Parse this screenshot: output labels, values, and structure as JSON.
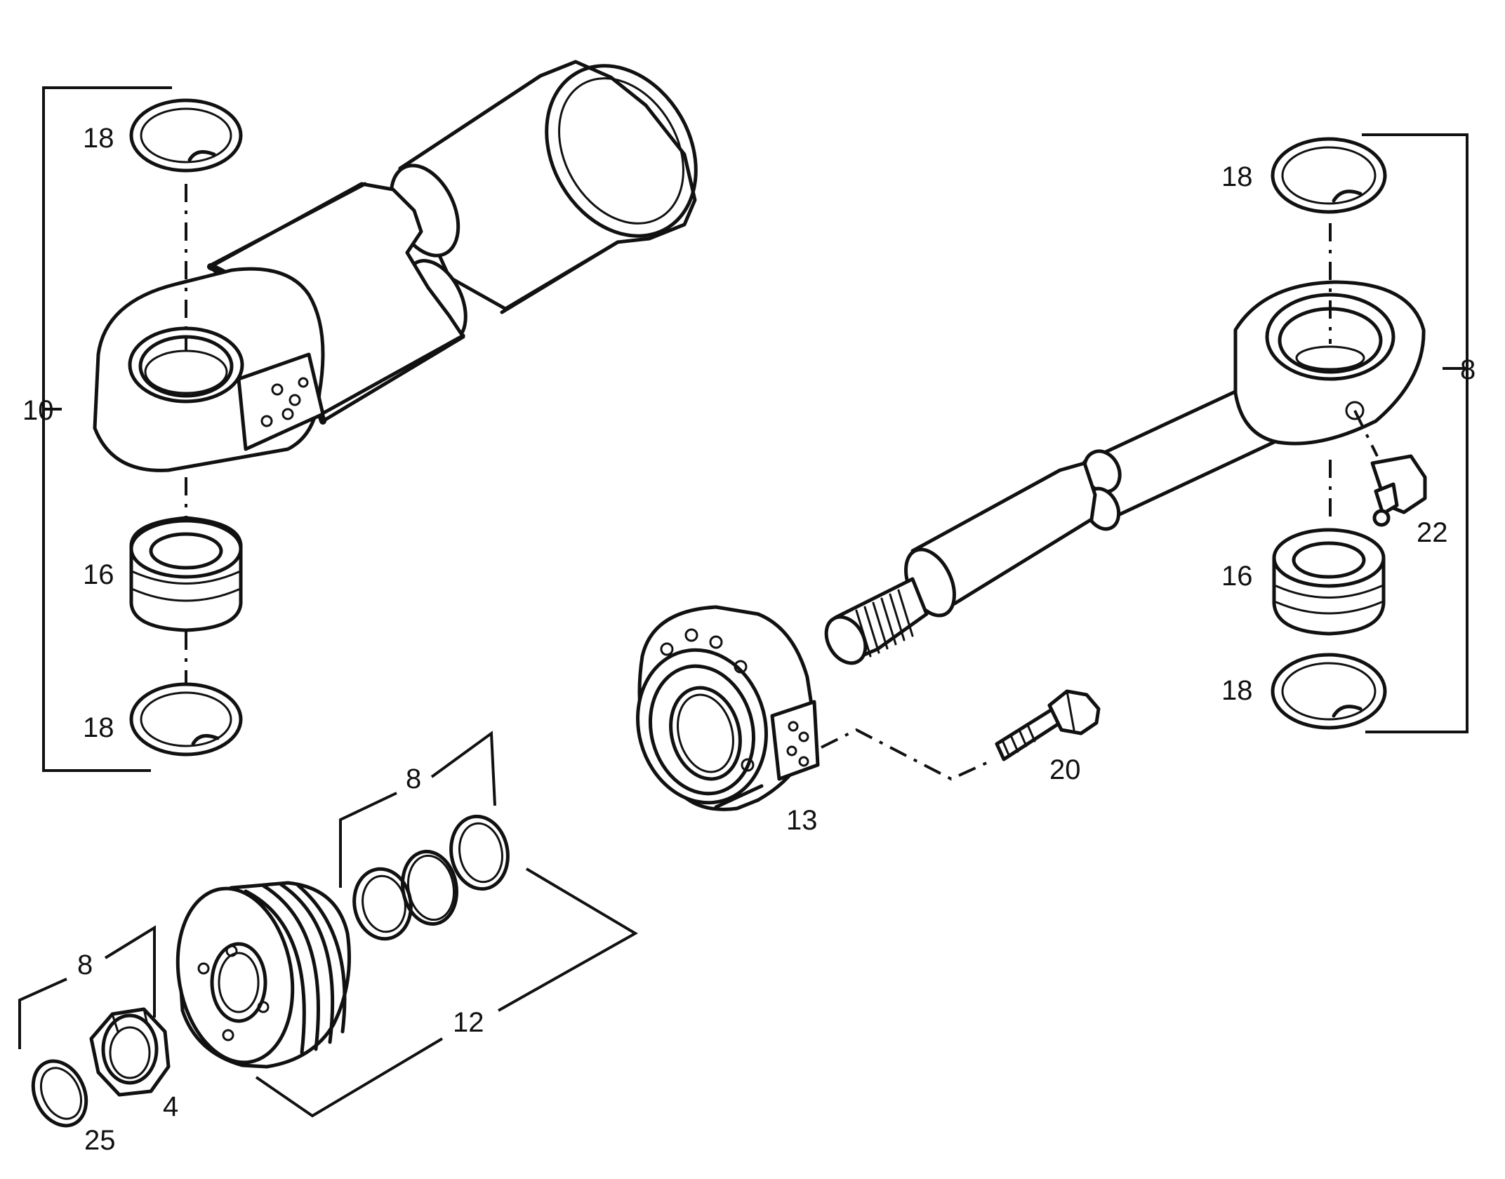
{
  "diagram": {
    "callouts": {
      "c18_top_left": "18",
      "c10": "10",
      "c16_left": "16",
      "c18_bottom_left": "18",
      "c18_top_right": "18",
      "c8_right": "8",
      "c22": "22",
      "c16_right": "16",
      "c18_bottom_right": "18",
      "c20": "20",
      "c13": "13",
      "c8_piston": "8",
      "c12": "12",
      "c8_nut": "8",
      "c4": "4",
      "c25": "25"
    },
    "parts": [
      "cylinder-tube",
      "piston-rod",
      "cylinder-head",
      "piston",
      "lock-nut",
      "circlip",
      "spherical-bearing",
      "retaining-ring",
      "grease-nipple",
      "bolt",
      "piston-seal-ring"
    ]
  }
}
